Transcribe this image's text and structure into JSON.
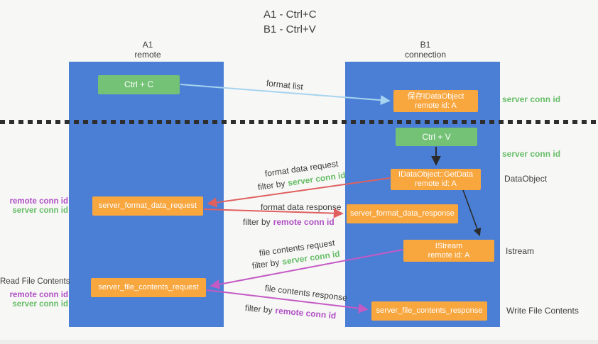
{
  "title": {
    "line1": "A1 - Ctrl+C",
    "line2": "B1 - Ctrl+V"
  },
  "columns": {
    "a1": {
      "name": "A1",
      "subtitle": "remote"
    },
    "b1": {
      "name": "B1",
      "subtitle": "connection"
    }
  },
  "boxes": {
    "ctrl_c": {
      "label": "Ctrl + C"
    },
    "ctrl_v": {
      "label": "Ctrl + V"
    },
    "save_idataobject": {
      "line1": "保存IDataObject",
      "line2": "remote id: A"
    },
    "getdata": {
      "line1": "IDataObject::GetData",
      "line2": "remote id: A"
    },
    "istream": {
      "line1": "IStream",
      "line2": "remote id: A"
    },
    "format_request": {
      "label": "server_format_data_request"
    },
    "format_response": {
      "label": "server_format_data_response"
    },
    "file_request": {
      "label": "server_file_contents_request"
    },
    "file_response": {
      "label": "server_file_contents_response"
    }
  },
  "side_labels": {
    "server_conn_id_top": "server conn id",
    "server_conn_id_mid": "server conn id",
    "dataobject": "DataObject",
    "istream": "Istream",
    "write_file": "Write File Contents",
    "read_file": "Read File Contents",
    "remote_conn_id": "remote conn id",
    "server_conn_id": "server conn id"
  },
  "arrow_labels": {
    "format_list": "format list",
    "format_data_request": "format data request",
    "format_data_response": "format data response",
    "file_contents_request": "file contents request",
    "file_contents_response": "file contents response",
    "filter_by": "filter by",
    "server_conn_id": "server conn id",
    "remote_conn_id": "remote conn id"
  },
  "colors": {
    "column_blue": "#4a7fd5",
    "box_green": "#74c276",
    "box_orange": "#f8a63e",
    "arrow_red": "#e06060",
    "arrow_magenta": "#c45ac4",
    "arrow_light_blue": "#a6d3ef",
    "arrow_black": "#2b2b2b",
    "text_green": "#67bd67",
    "text_purple": "#b04fc4"
  }
}
